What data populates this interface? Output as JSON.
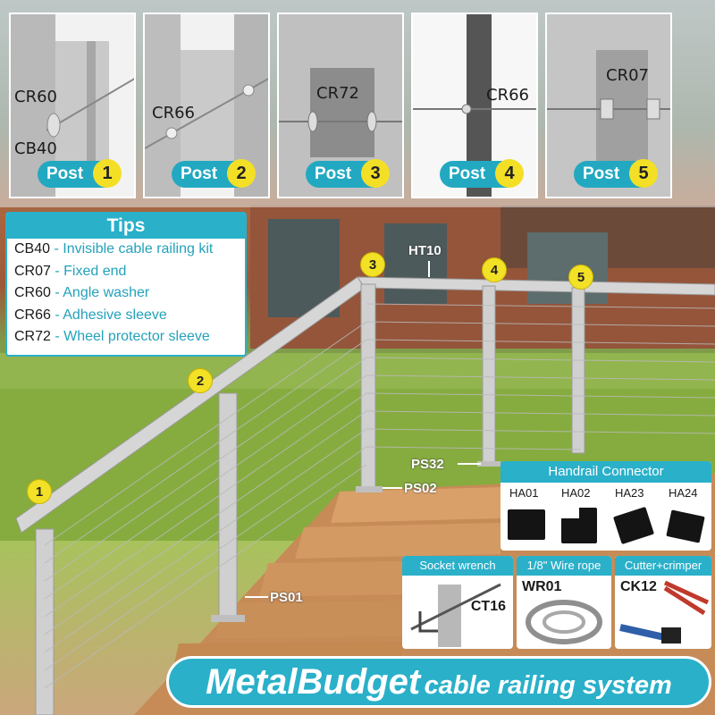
{
  "posts": [
    {
      "label": "Post",
      "number": "1",
      "parts": [
        "CR60",
        "CB40"
      ]
    },
    {
      "label": "Post",
      "number": "2",
      "parts": [
        "CR66"
      ]
    },
    {
      "label": "Post",
      "number": "3",
      "parts": [
        "CR72"
      ]
    },
    {
      "label": "Post",
      "number": "4",
      "parts": [
        "CR66"
      ]
    },
    {
      "label": "Post",
      "number": "5",
      "parts": [
        "CR07"
      ]
    }
  ],
  "tips": {
    "title": "Tips",
    "items": [
      {
        "code": "CB40",
        "desc": "- Invisible cable railing kit"
      },
      {
        "code": "CR07",
        "desc": "- Fixed end"
      },
      {
        "code": "CR60",
        "desc": "- Angle washer"
      },
      {
        "code": "CR66",
        "desc": "- Adhesive sleeve"
      },
      {
        "code": "CR72",
        "desc": "- Wheel protector sleeve"
      }
    ]
  },
  "scene": {
    "markers": [
      "1",
      "2",
      "3",
      "4",
      "5"
    ],
    "callouts": {
      "ht10": "HT10",
      "ps32": "PS32",
      "ps02": "PS02",
      "ps01": "PS01"
    }
  },
  "handrail_connector": {
    "title": "Handrail Connector",
    "items": [
      "HA01",
      "HA02",
      "HA23",
      "HA24"
    ]
  },
  "tools": [
    {
      "title": "Socket wrench",
      "code": "CT16"
    },
    {
      "title": "1/8\" Wire rope",
      "code": "WR01"
    },
    {
      "title": "Cutter+crimper",
      "code": "CK12"
    }
  ],
  "banner": {
    "brand": "MetalBudget",
    "tagline": "cable railing system"
  },
  "colors": {
    "accent": "#2ab0c9",
    "marker": "#f2e126",
    "text_dark": "#1a1a1a"
  }
}
